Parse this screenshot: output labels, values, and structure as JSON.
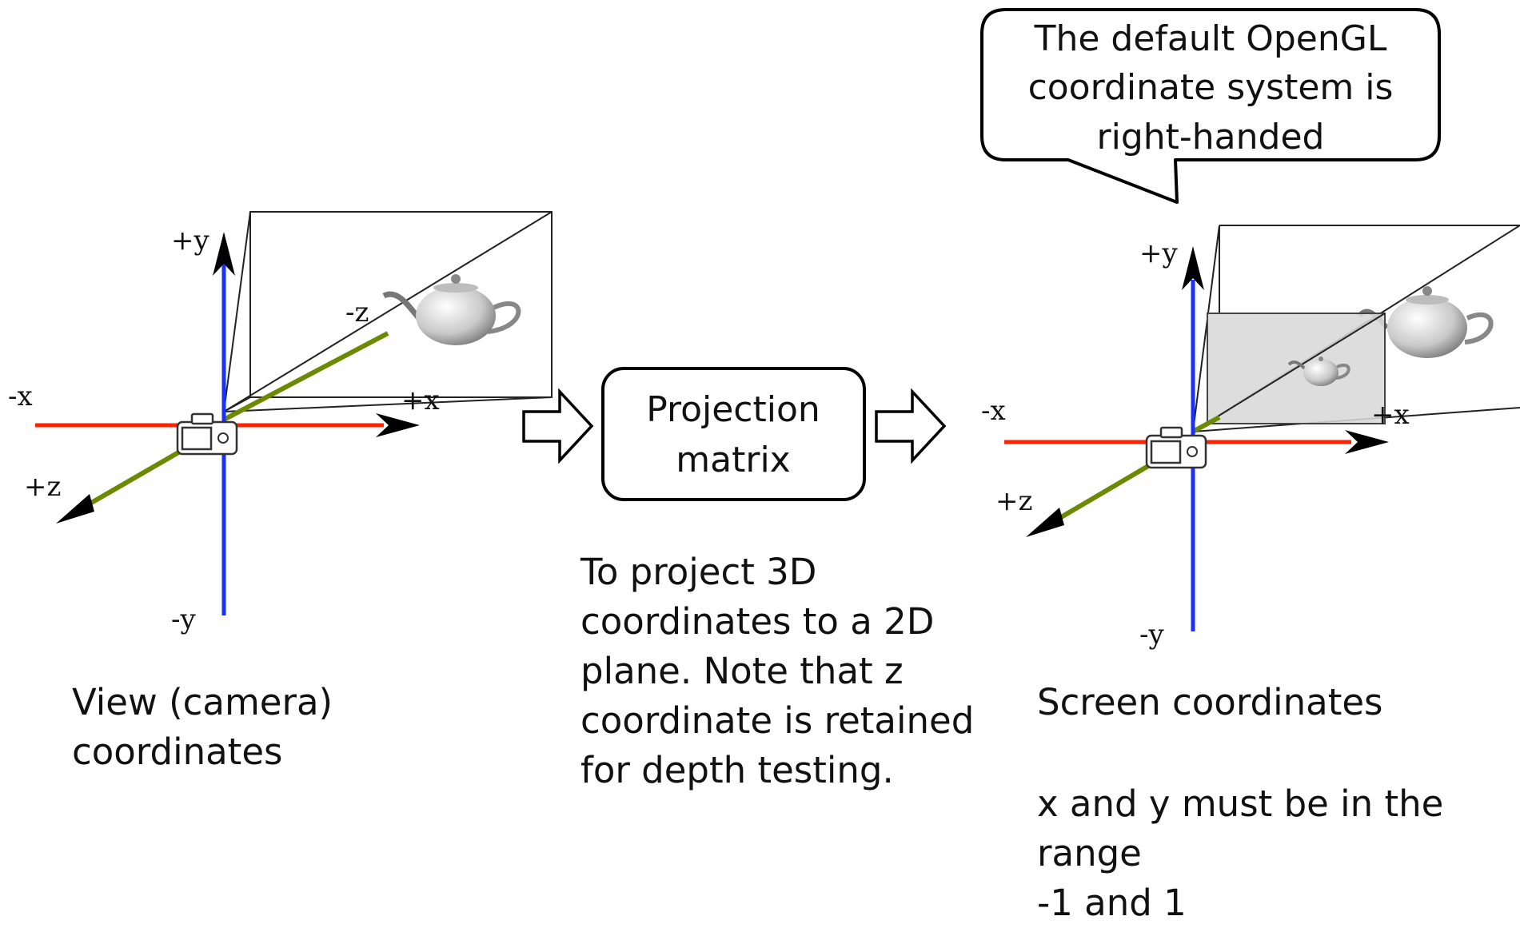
{
  "callout": {
    "line1": "The default OpenGL",
    "line2": "coordinate system is",
    "line3": "right-handed"
  },
  "left_axes": {
    "plus_y": "+y",
    "minus_y": "-y",
    "plus_x": "+x",
    "minus_x": "-x",
    "plus_z": "+z",
    "minus_z": "-z"
  },
  "right_axes": {
    "plus_y": "+y",
    "minus_y": "-y",
    "plus_x": "+x",
    "minus_x": "-x",
    "plus_z": "+z"
  },
  "process_box": {
    "line1": "Projection",
    "line2": "matrix"
  },
  "captions": {
    "view": "View (camera)\ncoordinates",
    "projection": "To project 3D\ncoordinates to a 2D\nplane. Note that z\ncoordinate is retained\nfor depth testing.",
    "screen": "Screen coordinates",
    "range": "x and y must be in the range\n-1 and 1"
  },
  "colors": {
    "x_axis": "#ff2200",
    "y_axis": "#1a30ff",
    "z_axis": "#6b8a00"
  }
}
